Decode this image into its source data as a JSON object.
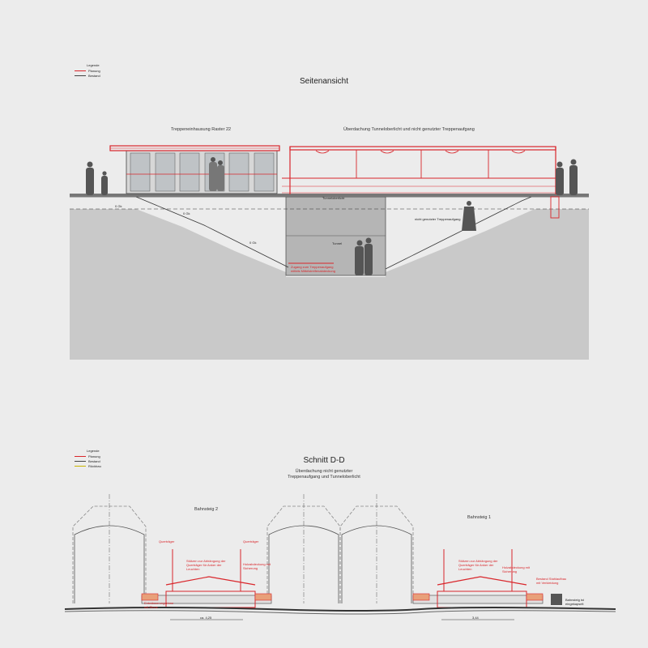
{
  "top": {
    "legend": {
      "title": "Legende",
      "items": [
        "Planung",
        "Bestand"
      ]
    },
    "title": "Seitenansicht",
    "label_left": "Treppeneinhausung Raster 22",
    "label_right": "Überdachung Tunneloberlicht und nicht genutzter Treppenaufgang",
    "annotations": {
      "tunnel_light": "Tunneloberlicht",
      "gok": "0 Gk",
      "height_a": "0 Gk",
      "height_b": "0 Gk",
      "unused_stair": "nicht genutzter Treppenaufgang",
      "tunnel": "Tunnel",
      "closure": "Zugang zum Treppenaufgang",
      "closure2": "mittels Mittelstreifenabdeckung"
    }
  },
  "bottom": {
    "legend": {
      "title": "Legende",
      "items": [
        "Planung",
        "Bestand",
        "Rückbau"
      ]
    },
    "title": "Schnitt D-D",
    "subtitle_line1": "Überdachung nicht genutzter",
    "subtitle_line2": "Treppenaufgang und Tunneloberlicht",
    "platform_left": "Bahnsteig 2",
    "platform_right": "Bahnsteig 1",
    "annotations": {
      "support_left": "Querträger",
      "support_right": "Querträger",
      "note_left_top": "Stützen zur Abhängung der Querträger für Anker der Leuchten",
      "note_left_mid": "Holzabdeckung mit Sicherung",
      "note_left_bottom": "Entwässerungsrinne mit Rinne",
      "note_right_top": "Stützen zur Abhängung der Querträger für Anker der Leuchten",
      "note_right_mid": "Holzabdeckung mit Sicherung",
      "note_right_side": "Bestand Stahlaufbau mit Verkleidung",
      "note_far_right": "Bahnsteig ist eingekapselt",
      "dim_left": "ca. 4,25",
      "dim_right": "3,44"
    }
  },
  "colors": {
    "planung": "#d9262b",
    "bestand": "#444444",
    "rueckbau": "#c8b400",
    "ground": "#c8c8c8"
  }
}
